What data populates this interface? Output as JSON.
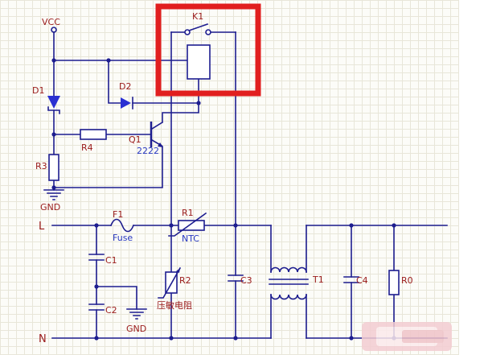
{
  "power": {
    "vcc": "VCC",
    "gnd_left": "GND",
    "gnd_mid": "GND"
  },
  "relay": {
    "ref": "K1"
  },
  "semiconductors": {
    "d1": "D1",
    "d2": "D2",
    "q1": {
      "ref": "Q1",
      "value": "2222"
    }
  },
  "resistors": {
    "r4": "R4",
    "r3": "R3",
    "r0": "R0",
    "r1": {
      "ref": "R1",
      "value": "NTC"
    },
    "r2": {
      "ref": "R2",
      "value": "压敏电阻"
    }
  },
  "fuse": {
    "ref": "F1",
    "value": "Fuse"
  },
  "capacitors": {
    "c1": "C1",
    "c2": "C2",
    "c3": "C3",
    "c4": "C4"
  },
  "transformer": {
    "ref": "T1"
  },
  "nets": {
    "line": "L",
    "neutral": "N"
  },
  "colors": {
    "wire": "#1d1d8f",
    "diode_fill": "#2a30d2",
    "designator_text": "#9a1a1a",
    "value_text": "#2838c0",
    "highlight_box": "#e11f1f",
    "grid_line": "#e8e6d9",
    "background": "#fcfcf8",
    "watermark_pink": "#f3cdd2"
  }
}
